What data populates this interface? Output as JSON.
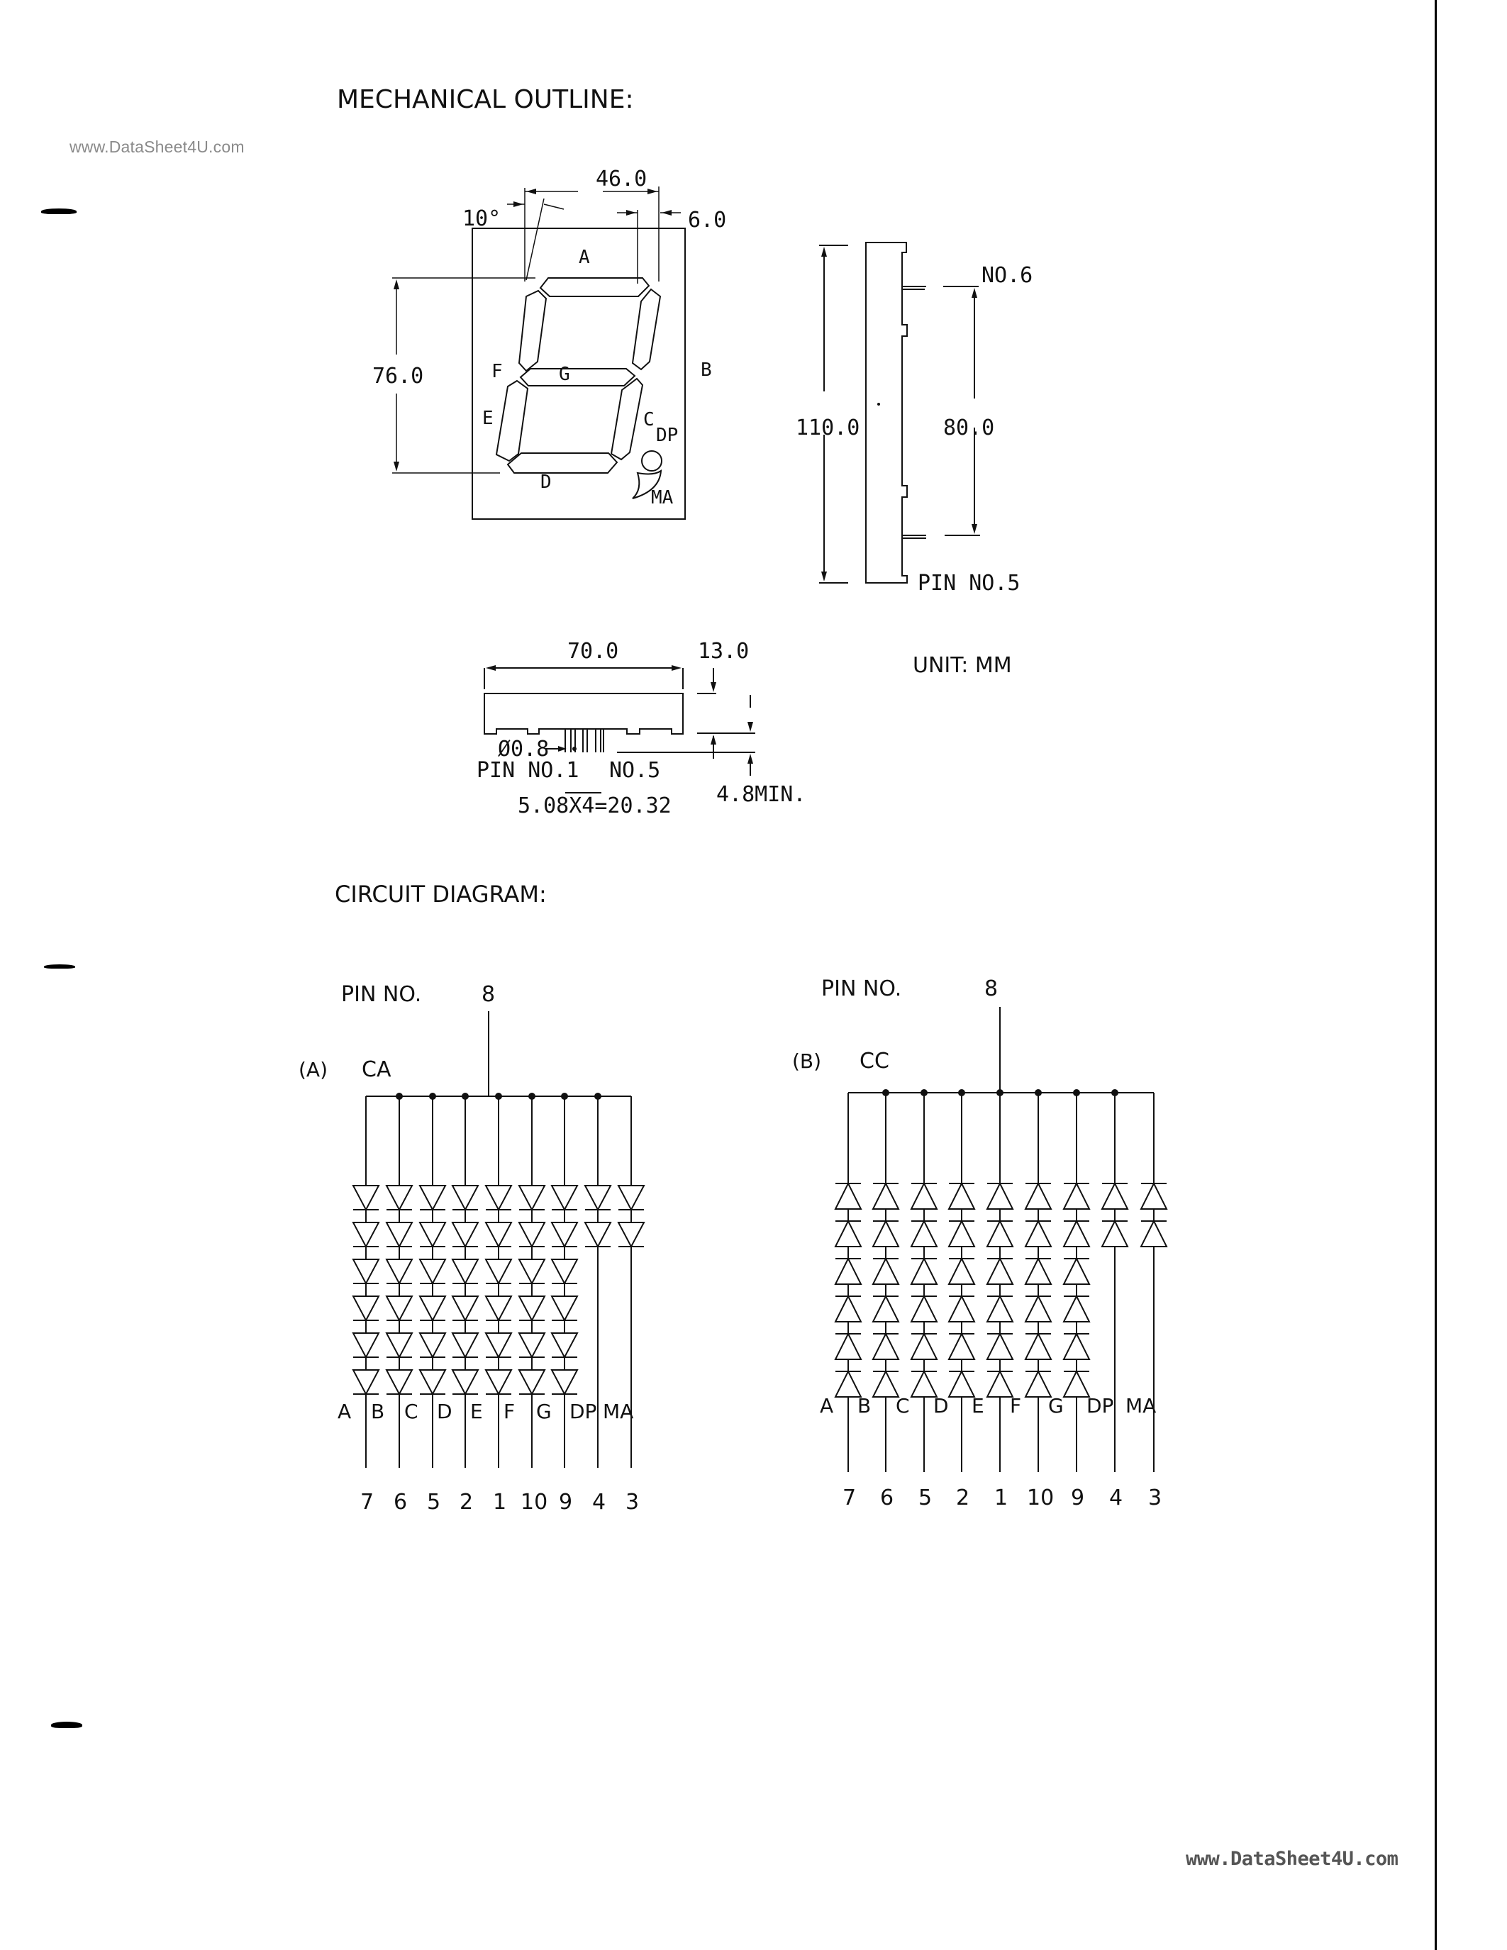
{
  "watermarks": {
    "top": "www.DataSheet4U.com",
    "bottom": "www.DataSheet4U.com"
  },
  "mechanical_outline": {
    "title": "MECHANICAL OUTLINE:",
    "front_view": {
      "segment_labels": [
        "A",
        "B",
        "C",
        "D",
        "E",
        "F",
        "G",
        "DP",
        "MA"
      ],
      "dimensions": {
        "digit_width": "46.0",
        "tilt_angle": "10°",
        "right_offset": "6.0",
        "digit_height": "76.0"
      }
    },
    "side_view": {
      "overall_height": "110.0",
      "pin_span": "80.0",
      "top_pin_label": "NO.6",
      "bottom_pin_label": "PIN NO.5"
    },
    "bottom_view": {
      "overall_width": "70.0",
      "depth": "13.0",
      "pin_diameter": "Ø0.8",
      "pin_length": "4.8MIN.",
      "pin_pitch": "5.08X4=20.32",
      "first_pin_label": "PIN NO.1",
      "last_pin_label": "NO.5"
    },
    "unit_label": "UNIT: MM"
  },
  "circuit_diagram": {
    "title": "CIRCUIT DIAGRAM:",
    "variants": [
      {
        "id": "A",
        "tag": "(A)",
        "type_label": "CA",
        "common_pin_label": "PIN NO.",
        "common_pin": "8",
        "orientation": "anode-common (diodes point down)",
        "segments": [
          "A",
          "B",
          "C",
          "D",
          "E",
          "F",
          "G",
          "DP",
          "MA"
        ],
        "pins": [
          "7",
          "6",
          "5",
          "2",
          "1",
          "10",
          "9",
          "4",
          "3"
        ],
        "diodes_per_segment": [
          6,
          6,
          6,
          6,
          6,
          6,
          6,
          2,
          2
        ]
      },
      {
        "id": "B",
        "tag": "(B)",
        "type_label": "CC",
        "common_pin_label": "PIN NO.",
        "common_pin": "8",
        "orientation": "cathode-common (diodes point up)",
        "segments": [
          "A",
          "B",
          "C",
          "D",
          "E",
          "F",
          "G",
          "DP",
          "MA"
        ],
        "pins": [
          "7",
          "6",
          "5",
          "2",
          "1",
          "10",
          "9",
          "4",
          "3"
        ],
        "diodes_per_segment": [
          6,
          6,
          6,
          6,
          6,
          6,
          6,
          2,
          2
        ]
      }
    ]
  }
}
